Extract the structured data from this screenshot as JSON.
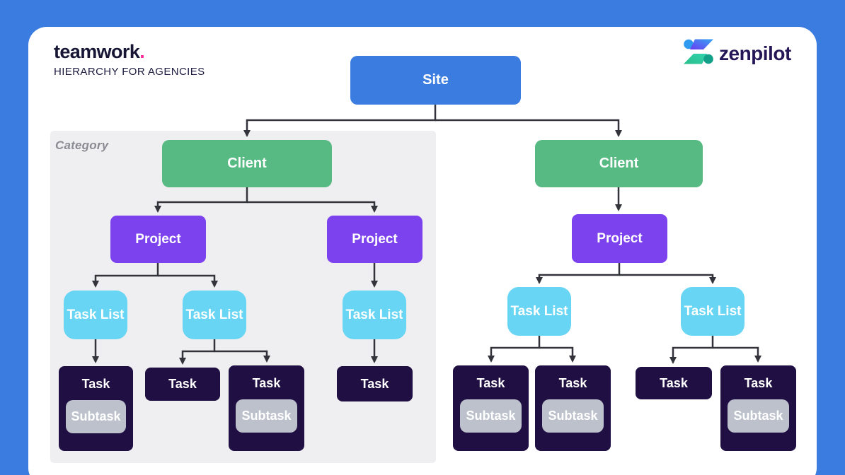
{
  "header": {
    "brand": "teamwork",
    "brand_dot": ".",
    "tagline": "HIERARCHY FOR AGENCIES",
    "partner_brand": "zenpilot"
  },
  "category_panel": {
    "label": "Category"
  },
  "colors": {
    "frame_blue": "#3B7CE1",
    "site_blue": "#3B7CE1",
    "client_green": "#57BA83",
    "project_purple": "#7C42EE",
    "task_list_cyan": "#67D5F3",
    "task_dark": "#200F42",
    "subtask_gray": "#BCC1CB",
    "connector_dark": "#33333B",
    "panel_gray": "#EFEFF1",
    "brand_dark": "#171635",
    "brand_pink": "#FA2C9E",
    "partner_purple": "#251657",
    "category_text": "#8B8B93"
  },
  "diagram": {
    "nodes": [
      {
        "id": "site",
        "type": "site",
        "label": "Site"
      },
      {
        "id": "client-1",
        "type": "client",
        "label": "Client"
      },
      {
        "id": "client-2",
        "type": "client",
        "label": "Client"
      },
      {
        "id": "project-1",
        "type": "project",
        "label": "Project"
      },
      {
        "id": "project-2",
        "type": "project",
        "label": "Project"
      },
      {
        "id": "project-3",
        "type": "project",
        "label": "Project"
      },
      {
        "id": "task-list-1",
        "type": "task_list",
        "label": "Task List"
      },
      {
        "id": "task-list-2",
        "type": "task_list",
        "label": "Task List"
      },
      {
        "id": "task-list-3",
        "type": "task_list",
        "label": "Task List"
      },
      {
        "id": "task-list-4",
        "type": "task_list",
        "label": "Task List"
      },
      {
        "id": "task-list-5",
        "type": "task_list",
        "label": "Task List"
      },
      {
        "id": "task-1",
        "type": "task",
        "label": "Task",
        "subtask": "Subtask"
      },
      {
        "id": "task-2",
        "type": "task",
        "label": "Task",
        "subtask": null
      },
      {
        "id": "task-3",
        "type": "task",
        "label": "Task",
        "subtask": "Subtask"
      },
      {
        "id": "task-4",
        "type": "task",
        "label": "Task",
        "subtask": null
      },
      {
        "id": "task-5",
        "type": "task",
        "label": "Task",
        "subtask": "Subtask"
      },
      {
        "id": "task-6",
        "type": "task",
        "label": "Task",
        "subtask": "Subtask"
      },
      {
        "id": "task-7",
        "type": "task",
        "label": "Task",
        "subtask": null
      },
      {
        "id": "task-8",
        "type": "task",
        "label": "Task",
        "subtask": "Subtask"
      }
    ],
    "edges": [
      [
        "site",
        "client-1"
      ],
      [
        "site",
        "client-2"
      ],
      [
        "client-1",
        "project-1"
      ],
      [
        "client-1",
        "project-2"
      ],
      [
        "client-2",
        "project-3"
      ],
      [
        "project-1",
        "task-list-1"
      ],
      [
        "project-1",
        "task-list-2"
      ],
      [
        "project-2",
        "task-list-3"
      ],
      [
        "project-3",
        "task-list-4"
      ],
      [
        "project-3",
        "task-list-5"
      ],
      [
        "task-list-1",
        "task-1"
      ],
      [
        "task-list-2",
        "task-2"
      ],
      [
        "task-list-2",
        "task-3"
      ],
      [
        "task-list-3",
        "task-4"
      ],
      [
        "task-list-4",
        "task-5"
      ],
      [
        "task-list-4",
        "task-6"
      ],
      [
        "task-list-5",
        "task-7"
      ],
      [
        "task-list-5",
        "task-8"
      ]
    ]
  }
}
